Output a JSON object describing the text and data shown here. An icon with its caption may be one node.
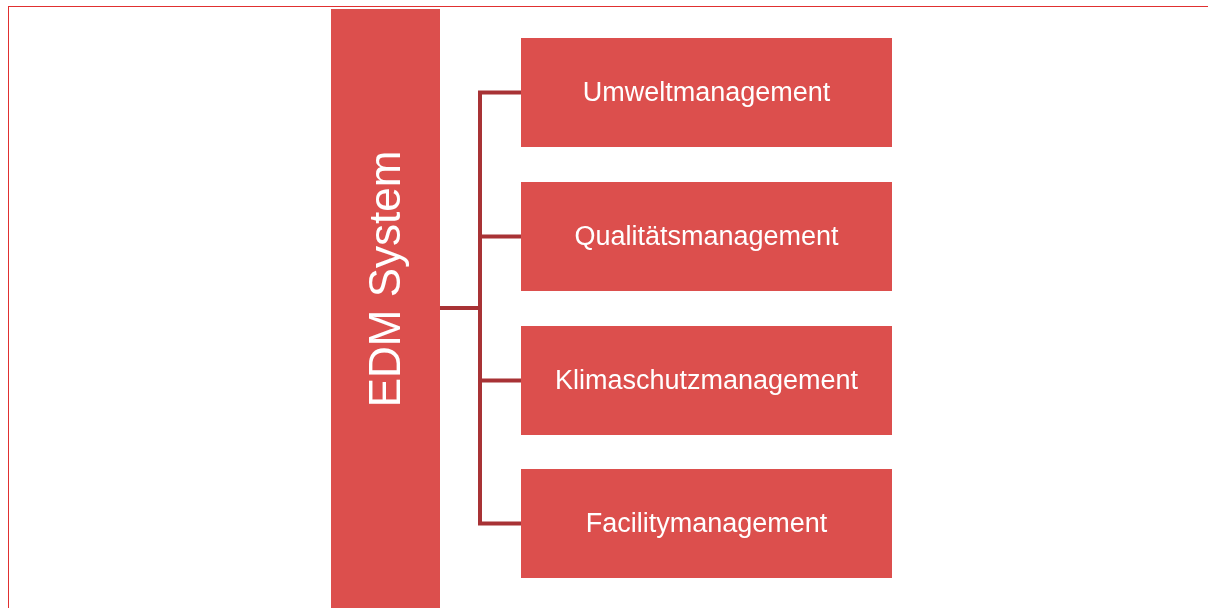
{
  "diagram": {
    "nodes": [
      {
        "text": [
          "EDM System"
        ]
      },
      {
        "text": [
          "Umweltmanagement"
        ]
      },
      {
        "text": [
          "Qualitätsmanagement"
        ]
      },
      {
        "text": [
          "Klimaschutzmanagement"
        ]
      },
      {
        "text": [
          "Facilitymanagement"
        ]
      }
    ],
    "edges": [
      {
        "from": 0,
        "to": 1,
        "arrow": "none"
      },
      {
        "from": 0,
        "to": 2,
        "arrow": "none"
      },
      {
        "from": 0,
        "to": 3,
        "arrow": "none"
      },
      {
        "from": 0,
        "to": 4,
        "arrow": "none"
      }
    ]
  }
}
